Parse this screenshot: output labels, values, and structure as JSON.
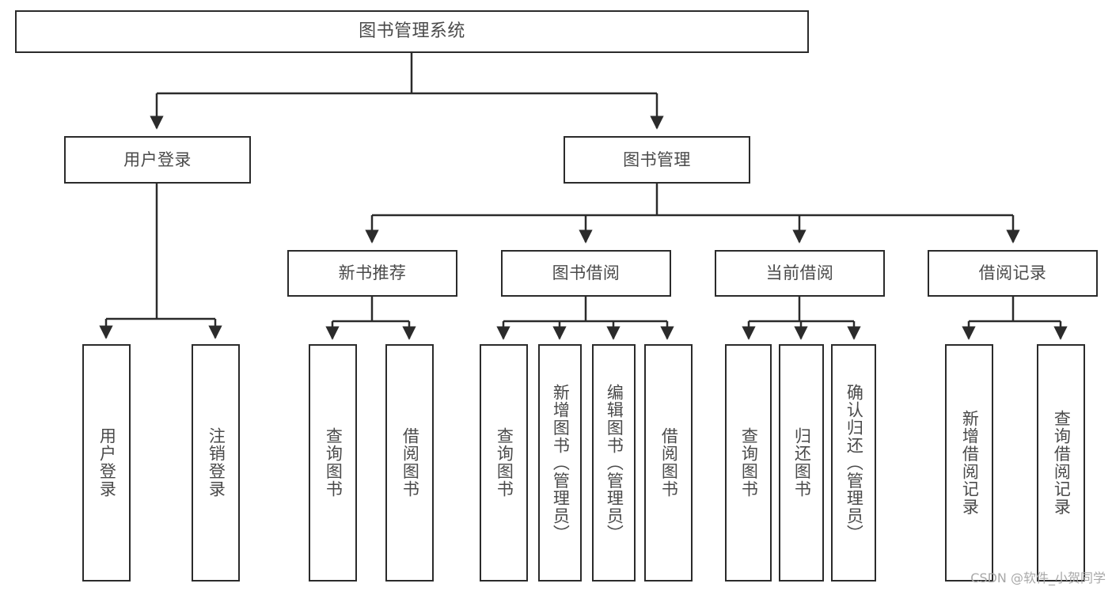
{
  "diagram": {
    "title": "图书管理系统",
    "type": "tree-hierarchy-chart",
    "watermark": "CSDN @软件_小贺同学",
    "colors": {
      "background": "#ffffff",
      "box_border": "#2b2b2b",
      "box_fill": "#ffffff",
      "text": "#4a4a4a",
      "connector": "#2b2b2b",
      "watermark": "#a8a8a8"
    }
  },
  "nodes": {
    "root": {
      "label": "图书管理系统"
    },
    "level2": [
      {
        "id": "user-login",
        "label": "用户登录"
      },
      {
        "id": "book-manage",
        "label": "图书管理"
      }
    ],
    "level3": [
      {
        "id": "new-book-rec",
        "label": "新书推荐"
      },
      {
        "id": "book-borrow",
        "label": "图书借阅"
      },
      {
        "id": "current-borrow",
        "label": "当前借阅"
      },
      {
        "id": "borrow-record",
        "label": "借阅记录"
      }
    ],
    "leaves": {
      "user-login": [
        {
          "id": "leaf-user-login",
          "label": "用户登录"
        },
        {
          "id": "leaf-user-logout",
          "label": "注销登录"
        }
      ],
      "new-book-rec": [
        {
          "id": "leaf-query-book-1",
          "label": "查询图书"
        },
        {
          "id": "leaf-borrow-book-1",
          "label": "借阅图书"
        }
      ],
      "book-borrow": [
        {
          "id": "leaf-query-book-2",
          "label": "查询图书"
        },
        {
          "id": "leaf-add-book",
          "label": "新增图书（管理员）"
        },
        {
          "id": "leaf-edit-book",
          "label": "编辑图书（管理员）"
        },
        {
          "id": "leaf-borrow-book-2",
          "label": "借阅图书"
        }
      ],
      "current-borrow": [
        {
          "id": "leaf-query-book-3",
          "label": "查询图书"
        },
        {
          "id": "leaf-return-book",
          "label": "归还图书"
        },
        {
          "id": "leaf-confirm-return",
          "label": "确认归还（管理员）"
        }
      ],
      "borrow-record": [
        {
          "id": "leaf-add-record",
          "label": "新增借阅记录"
        },
        {
          "id": "leaf-query-record",
          "label": "查询借阅记录"
        }
      ]
    }
  }
}
